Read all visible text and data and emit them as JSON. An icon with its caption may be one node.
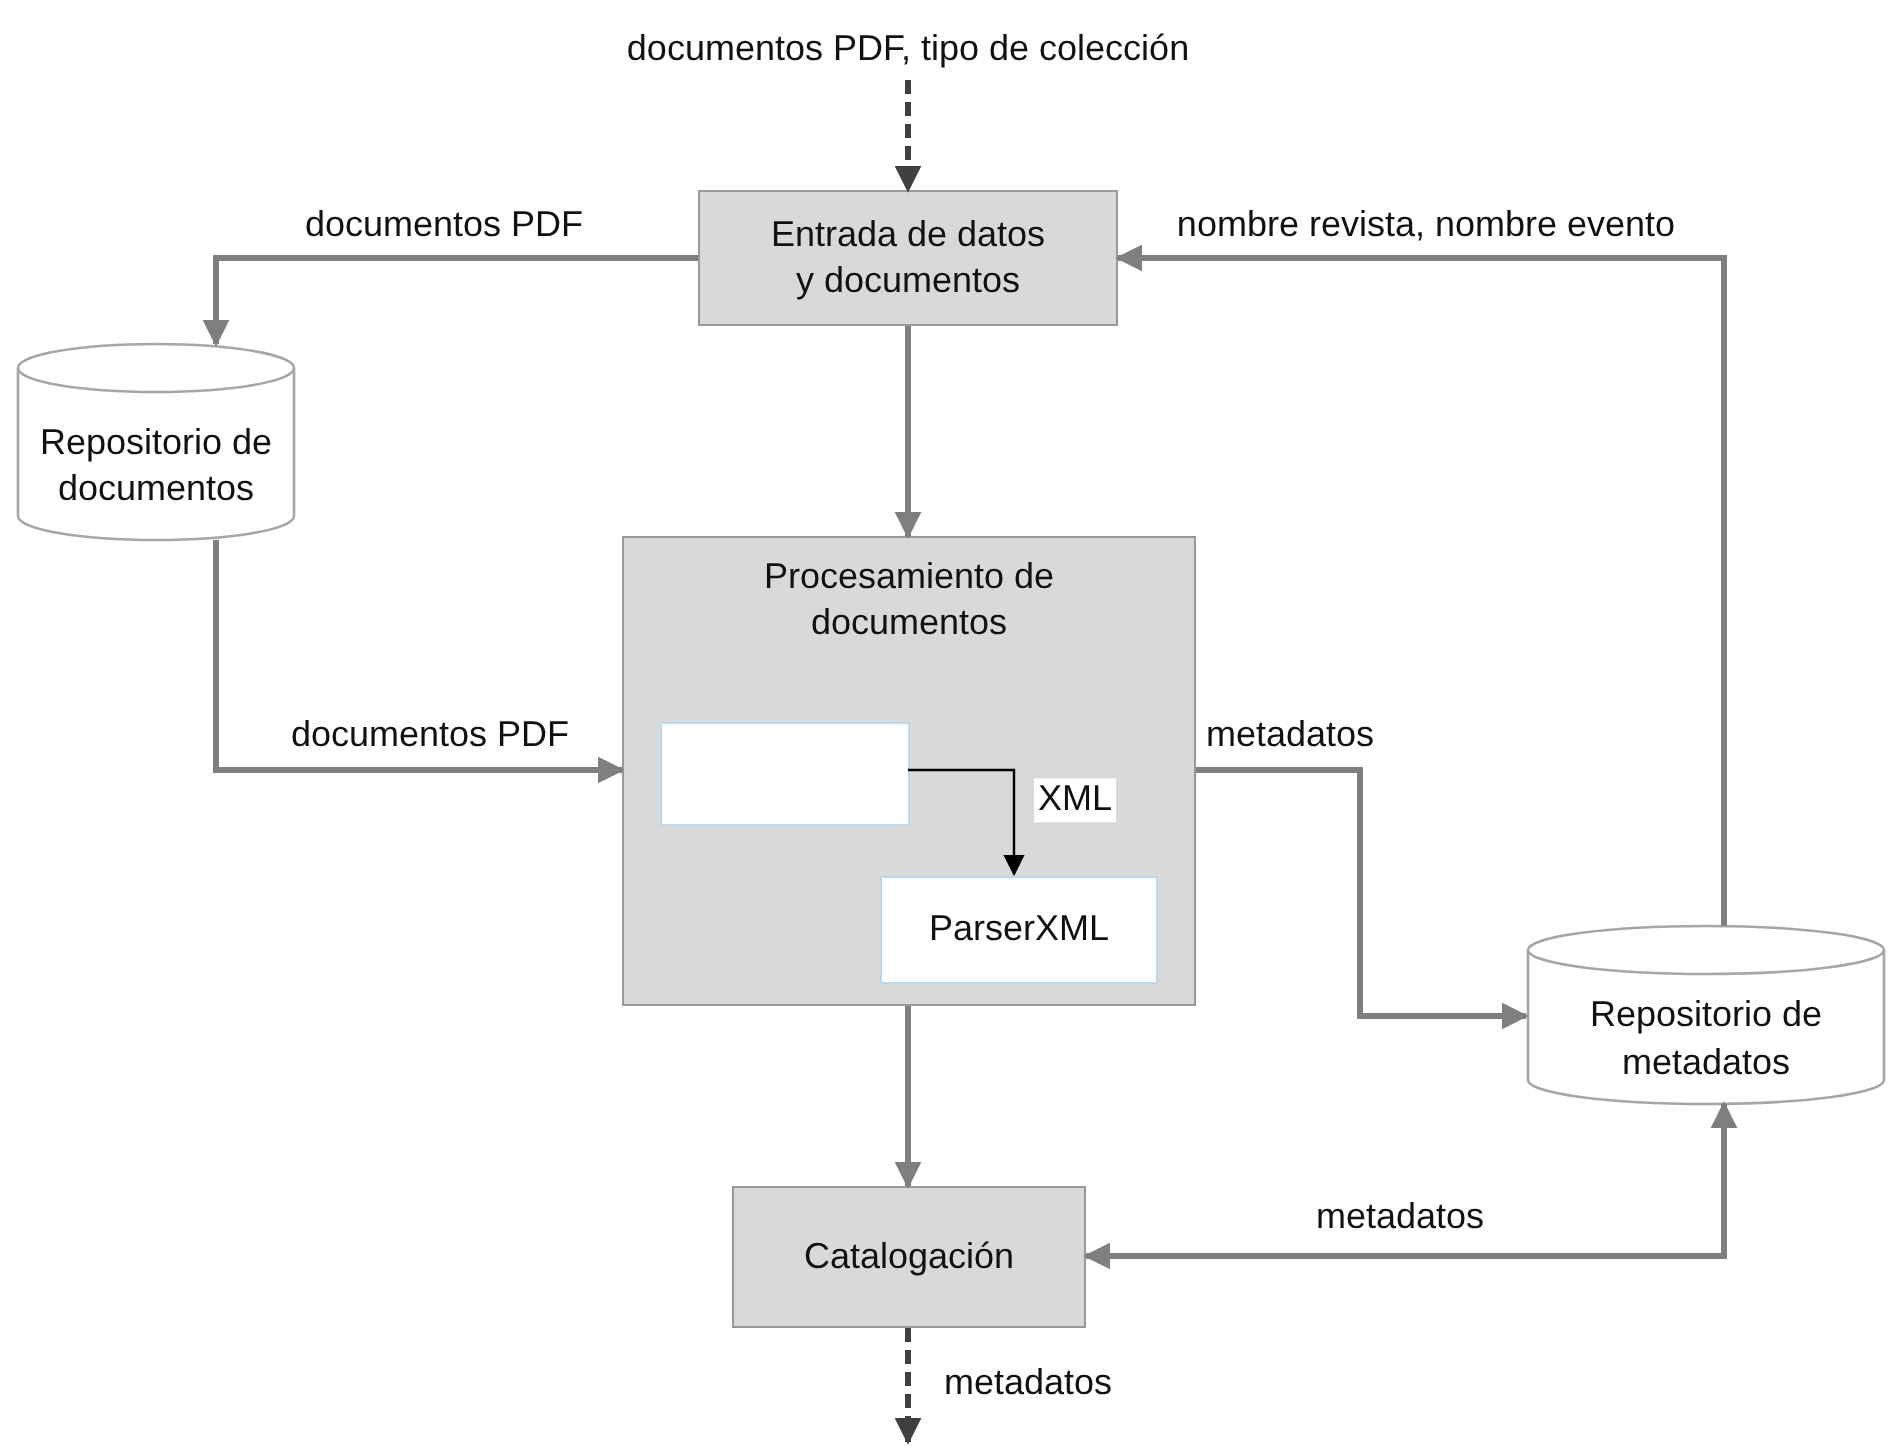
{
  "diagram": {
    "nodes": [
      {
        "text": [
          "Entrada de datos y documentos"
        ]
      },
      {
        "text": [
          "Repositorio de documentos"
        ]
      },
      {
        "text": [
          "Procesamiento de documentos"
        ]
      },
      {
        "text": [],
        "shape": "box",
        "in": 2
      },
      {
        "text": [
          "ParserXML"
        ],
        "in": 2
      },
      {
        "text": [
          "Repositorio de metadatos"
        ]
      },
      {
        "text": [
          "Catalogación"
        ]
      }
    ],
    "edges": [
      {
        "from": null,
        "to": 0,
        "arrow": "to",
        "label": "documentos PDF, tipo de colección",
        "style": "dashed",
        "color": "#404040"
      },
      {
        "from": 0,
        "to": 1,
        "arrow": "to",
        "label": "documentos PDF"
      },
      {
        "from": 0,
        "to": 2,
        "arrow": "to"
      },
      {
        "from": 1,
        "to": 2,
        "arrow": "to",
        "label": "documentos PDF"
      },
      {
        "from": 3,
        "to": 4,
        "arrow": "to",
        "label": "XML",
        "color": "#000000"
      },
      {
        "from": 2,
        "to": 5,
        "arrow": "to",
        "label": "metadatos"
      },
      {
        "from": 5,
        "to": 0,
        "arrow": "to",
        "label": "nombre revista, nombre evento"
      },
      {
        "from": 2,
        "to": 6,
        "arrow": "to"
      },
      {
        "from": 5,
        "to": 6,
        "arrow": "both",
        "label": "metadatos"
      },
      {
        "from": 6,
        "to": null,
        "arrow": "to",
        "label": "metadatos",
        "style": "dashed",
        "color": "#404040"
      }
    ]
  }
}
